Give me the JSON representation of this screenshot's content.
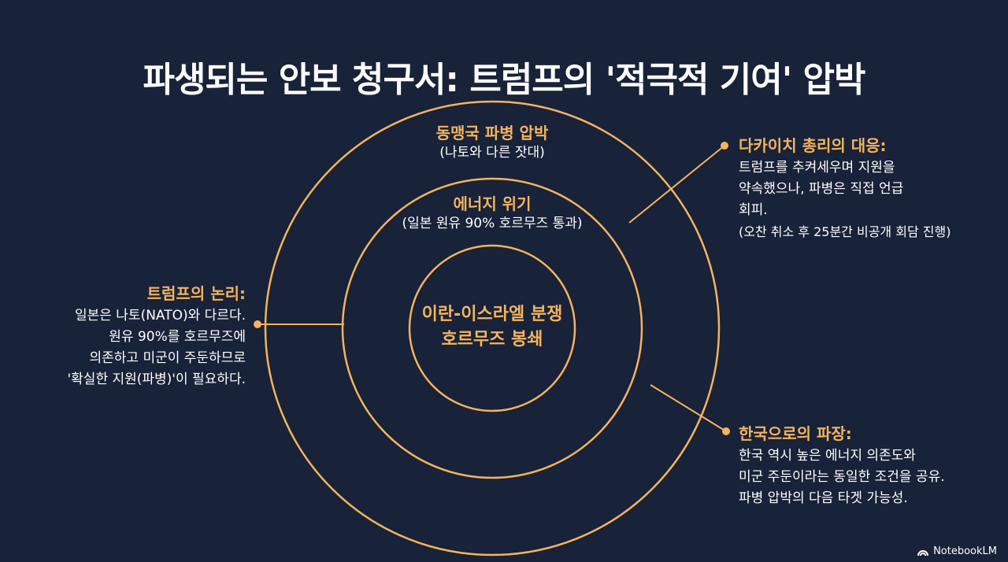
{
  "title": "파생되는 안보 청구서: 트럼프의 '적극적 기여' 압박",
  "colors": {
    "background": "#182238",
    "accent": "#f4b35f",
    "text": "#ffffff"
  },
  "rings": {
    "outer": {
      "title": "동맹국 파병 압박",
      "subtitle": "(나토와 다른 잣대)"
    },
    "middle": {
      "title": "에너지 위기",
      "subtitle": "(일본 원유 90% 호르무즈 통과)"
    },
    "core": {
      "line1": "이란-이스라엘 분쟁",
      "line2": "호르무즈 봉쇄"
    }
  },
  "callouts": {
    "trump_logic": {
      "title": "트럼프의 논리:",
      "lines": [
        "일본은 나토(NATO)와 다르다.",
        "원유 90%를 호르무즈에",
        "의존하고 미군이 주둔하므로",
        "'확실한 지원(파병)'이 필요하다."
      ]
    },
    "takaichi": {
      "title": "다카이치 총리의 대응:",
      "lines": [
        "트럼프를 추켜세우며 지원을",
        "약속했으나, 파병은 직접 언급",
        "회피.",
        "(오찬 취소 후 25분간 비공개 회담 진행)"
      ]
    },
    "korea": {
      "title": "한국으로의 파장:",
      "lines": [
        "한국 역시 높은 에너지 의존도와",
        "미군 주둔이라는 동일한 조건을 공유.",
        "파병 압박의 다음 타겟 가능성."
      ]
    }
  },
  "branding": {
    "name": "NotebookLM",
    "icon": "notebooklm-logo-icon"
  }
}
